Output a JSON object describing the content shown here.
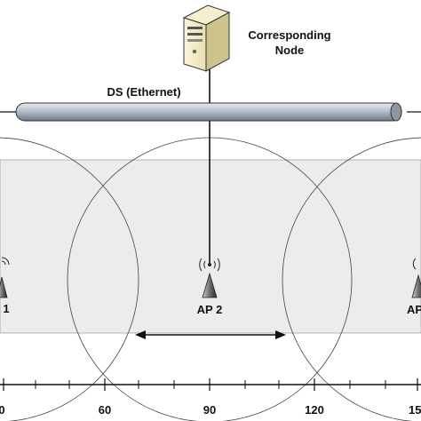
{
  "server": {
    "label_line1": "Corresponding",
    "label_line2": "Node",
    "icon": "server-icon"
  },
  "backbone": {
    "label": "DS (Ethernet)"
  },
  "access_points": [
    {
      "label": "1",
      "icon": "access-point-icon"
    },
    {
      "label": "AP 2",
      "icon": "access-point-icon"
    },
    {
      "label": "AP",
      "icon": "access-point-icon"
    }
  ],
  "movement": {
    "description_icon": "double-arrow-icon"
  },
  "axis": {
    "ticks": [
      "0",
      "60",
      "90",
      "120",
      "15"
    ]
  },
  "colors": {
    "coverage_fill": "#ececec",
    "line": "#111111",
    "cable": "#aab4c0"
  }
}
